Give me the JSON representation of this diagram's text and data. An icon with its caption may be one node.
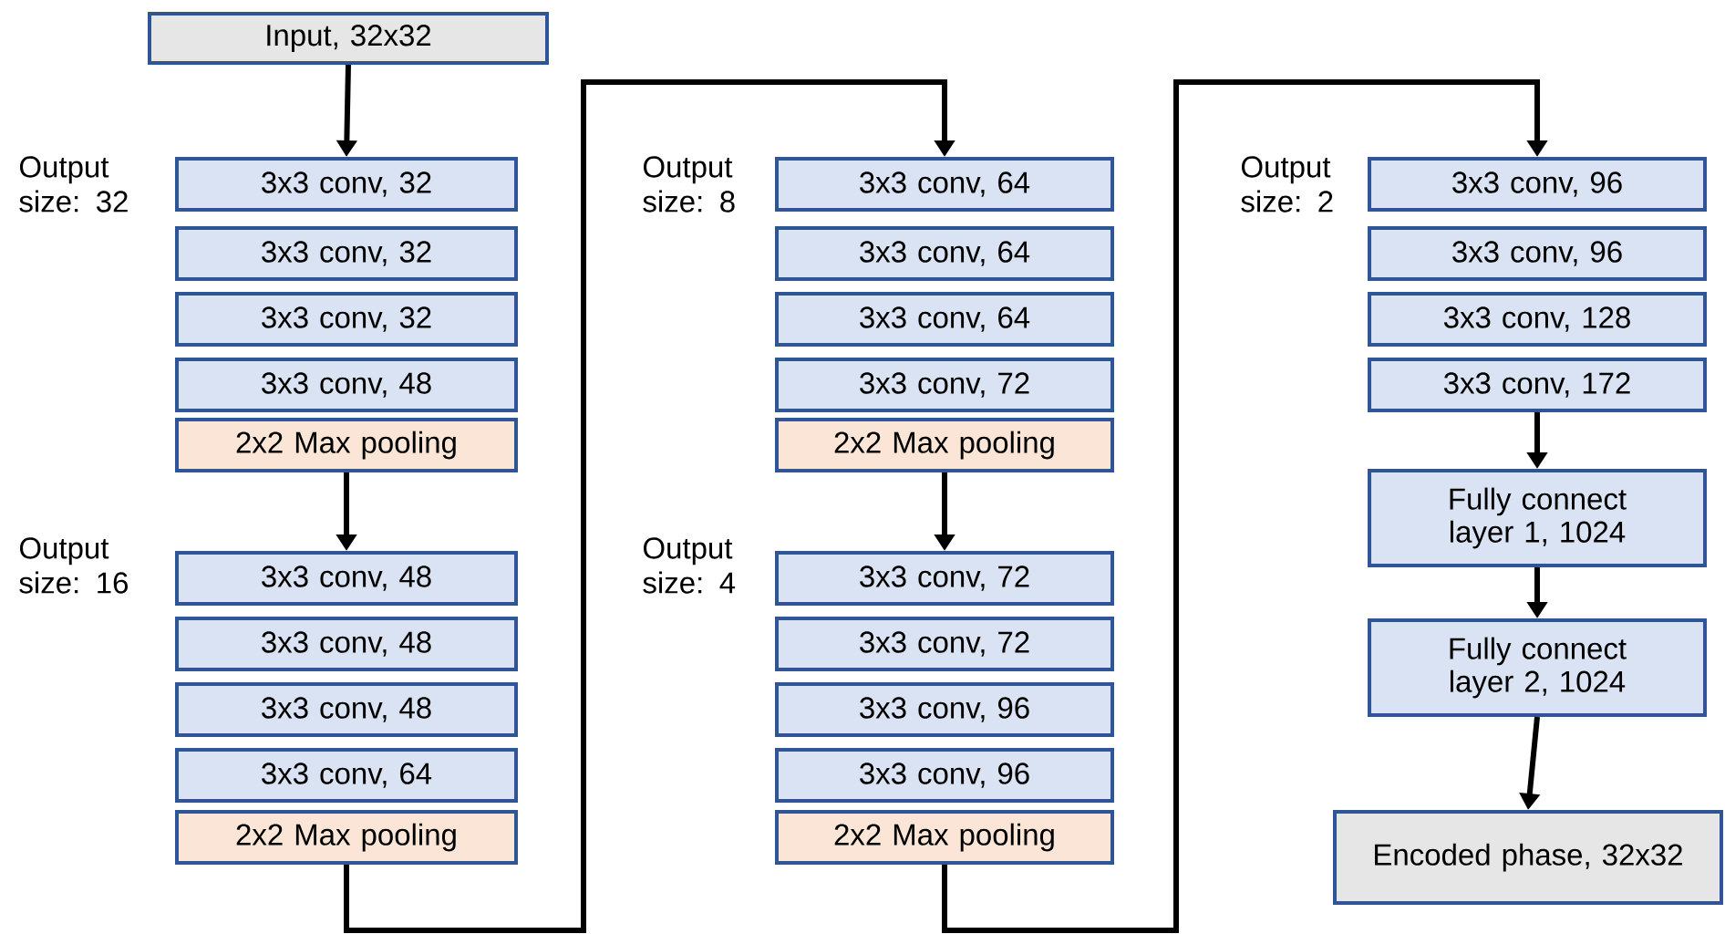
{
  "diagram": {
    "nodes": [
      {
        "text": [
          "Input, 32x32"
        ]
      },
      {
        "text": [
          "3x3 conv, 32"
        ]
      },
      {
        "text": [
          "3x3 conv, 32"
        ]
      },
      {
        "text": [
          "3x3 conv, 32"
        ]
      },
      {
        "text": [
          "3x3 conv, 48"
        ]
      },
      {
        "text": [
          "2x2 Max pooling"
        ]
      },
      {
        "text": [
          "3x3 conv, 48"
        ]
      },
      {
        "text": [
          "3x3 conv, 48"
        ]
      },
      {
        "text": [
          "3x3 conv, 48"
        ]
      },
      {
        "text": [
          "3x3 conv, 64"
        ]
      },
      {
        "text": [
          "2x2 Max pooling"
        ]
      },
      {
        "text": [
          "3x3 conv, 64"
        ]
      },
      {
        "text": [
          "3x3 conv, 64"
        ]
      },
      {
        "text": [
          "3x3 conv, 64"
        ]
      },
      {
        "text": [
          "3x3 conv, 72"
        ]
      },
      {
        "text": [
          "2x2 Max pooling"
        ]
      },
      {
        "text": [
          "3x3 conv, 72"
        ]
      },
      {
        "text": [
          "3x3 conv, 72"
        ]
      },
      {
        "text": [
          "3x3 conv, 96"
        ]
      },
      {
        "text": [
          "3x3 conv, 96"
        ]
      },
      {
        "text": [
          "2x2 Max pooling"
        ]
      },
      {
        "text": [
          "3x3 conv, 96"
        ]
      },
      {
        "text": [
          "3x3 conv, 96"
        ]
      },
      {
        "text": [
          "3x3 conv, 128"
        ]
      },
      {
        "text": [
          "3x3 conv, 172"
        ]
      },
      {
        "text": [
          "Fully connect layer 1, 1024"
        ]
      },
      {
        "text": [
          "Fully connect layer 2, 1024"
        ]
      },
      {
        "text": [
          "Encoded phase, 32x32"
        ]
      }
    ],
    "edges": [
      {
        "from": 0,
        "to": 1,
        "arrow": "to"
      },
      {
        "from": 5,
        "to": 6,
        "arrow": "to"
      },
      {
        "from": 10,
        "to": 11,
        "arrow": "to"
      },
      {
        "from": 15,
        "to": 16,
        "arrow": "to"
      },
      {
        "from": 20,
        "to": 21,
        "arrow": "to"
      },
      {
        "from": 24,
        "to": 25,
        "arrow": "to"
      },
      {
        "from": 25,
        "to": 26,
        "arrow": "to"
      },
      {
        "from": 26,
        "to": 27,
        "arrow": "to"
      }
    ],
    "labels": [
      "Output size: 32",
      "Output size: 16",
      "Output size: 8",
      "Output size: 4",
      "Output size: 2"
    ]
  }
}
